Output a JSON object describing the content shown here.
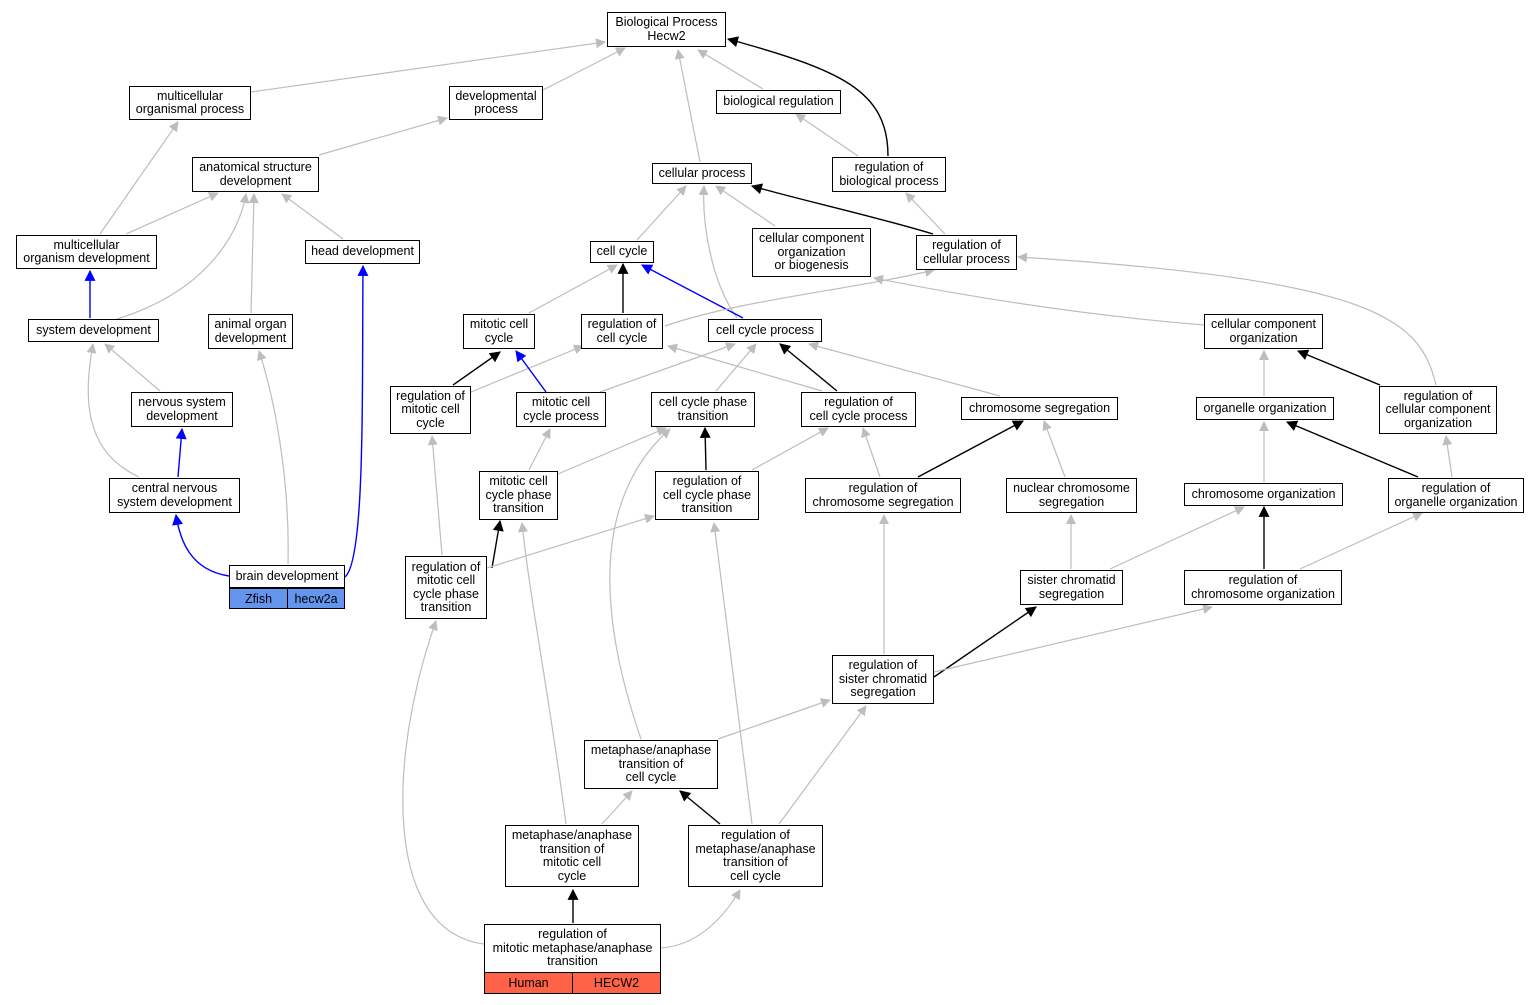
{
  "colors": {
    "grey_edge": "#bdbdbd",
    "black_edge": "#000000",
    "blue_edge": "#0000ff",
    "zfish": "#6495ed",
    "human": "#ff6347"
  },
  "nodes": {
    "root": "Biological Process\nHecw2",
    "multicellular_organismal_process": "multicellular\norganismal process",
    "developmental_process": "developmental\nprocess",
    "biological_regulation": "biological regulation",
    "anatomical_structure_development": "anatomical structure\ndevelopment",
    "cellular_process": "cellular process",
    "regulation_of_biological_process": "regulation of\nbiological process",
    "multicellular_organism_development": "multicellular\norganism development",
    "head_development": "head development",
    "cell_cycle": "cell cycle",
    "cellular_component_organization_or_biogenesis": "cellular component\norganization\nor biogenesis",
    "regulation_of_cellular_process": "regulation of\ncellular process",
    "system_development": "system development",
    "animal_organ_development": "animal organ\ndevelopment",
    "mitotic_cell_cycle": "mitotic cell\ncycle",
    "regulation_of_cell_cycle": "regulation of\ncell cycle",
    "cell_cycle_process": "cell cycle process",
    "cellular_component_organization": "cellular component\norganization",
    "nervous_system_development": "nervous system\ndevelopment",
    "regulation_of_mitotic_cell_cycle": "regulation of\nmitotic cell\ncycle",
    "mitotic_cell_cycle_process": "mitotic cell\ncycle process",
    "cell_cycle_phase_transition": "cell cycle phase\ntransition",
    "regulation_of_cell_cycle_process": "regulation of\ncell cycle process",
    "chromosome_segregation": "chromosome segregation",
    "organelle_organization": "organelle organization",
    "regulation_of_cellular_component_organization": "regulation of\ncellular component\norganization",
    "central_nervous_system_development": "central nervous\nsystem development",
    "mitotic_cell_cycle_phase_transition": "mitotic cell\ncycle phase\ntransition",
    "regulation_of_cell_cycle_phase_transition": "regulation of\ncell cycle phase\ntransition",
    "regulation_of_chromosome_segregation": "regulation of\nchromosome segregation",
    "nuclear_chromosome_segregation": "nuclear chromosome\nsegregation",
    "chromosome_organization": "chromosome organization",
    "regulation_of_organelle_organization": "regulation of\norganelle organization",
    "brain_development": "brain development",
    "regulation_of_mitotic_cell_cycle_phase_transition": "regulation of\nmitotic cell\ncycle phase\ntransition",
    "sister_chromatid_segregation": "sister chromatid\nsegregation",
    "regulation_of_chromosome_organization": "regulation of\nchromosome organization",
    "regulation_of_sister_chromatid_segregation": "regulation of\nsister chromatid\nsegregation",
    "metaphase_anaphase_transition_of_cell_cycle": "metaphase/anaphase\ntransition of\ncell cycle",
    "metaphase_anaphase_transition_of_mitotic_cell_cycle": "metaphase/anaphase\ntransition of\nmitotic cell\ncycle",
    "regulation_of_metaphase_anaphase_transition_of_cell_cycle": "regulation of\nmetaphase/anaphase\ntransition of\ncell cycle",
    "regulation_of_mitotic_metaphase_anaphase_transition": "regulation of\nmitotic metaphase/anaphase\ntransition"
  },
  "badges": {
    "zfish_species": "Zfish",
    "zfish_gene": "hecw2a",
    "human_species": "Human",
    "human_gene": "HECW2"
  }
}
